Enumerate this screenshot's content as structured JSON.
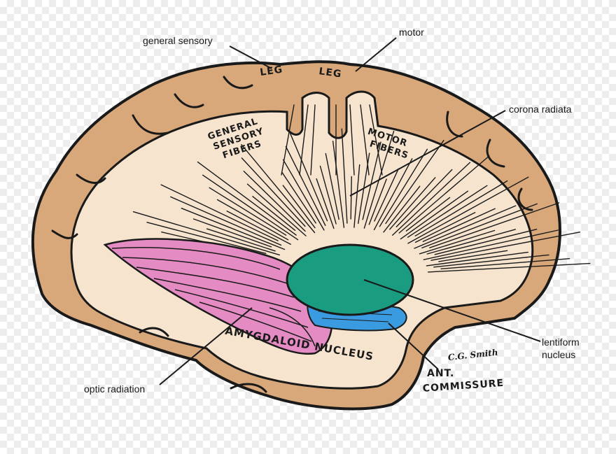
{
  "labels": {
    "general_sensory": "general sensory",
    "motor": "motor",
    "corona_radiata": "corona radiata",
    "lentiform_line1": "lentiform",
    "lentiform_line2": "nucleus",
    "optic_radiation": "optic radiation"
  },
  "inscriptions": {
    "leg_left": "LEG",
    "leg_right": "LEG",
    "general_sensory_fibers": [
      "GENERAL",
      "SENSORY",
      "FIBERS"
    ],
    "motor_fibers": [
      "MOTOR",
      "FIBERS"
    ],
    "amygdaloid_nucleus": "AMYGDALOID NUCLEUS",
    "ant_commissure": [
      "ANT.",
      "COMMISSURE"
    ],
    "signature": "C.G. Smith"
  },
  "colors": {
    "cortex": "#d9a87a",
    "white_matter": "#f6e4cf",
    "lentiform": "#1a9c80",
    "optic_radiation": "#e58bc4",
    "commissure": "#3a9be0",
    "outline": "#1a1a1a"
  }
}
